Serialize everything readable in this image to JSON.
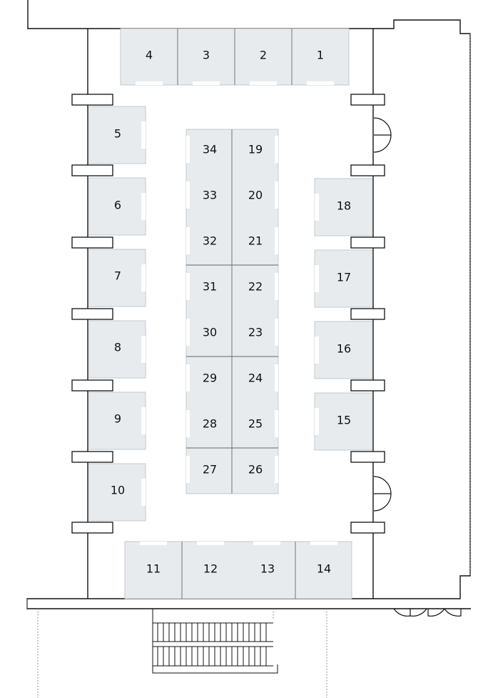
{
  "booths": {
    "b1": "1",
    "b2": "2",
    "b3": "3",
    "b4": "4",
    "b5": "5",
    "b6": "6",
    "b7": "7",
    "b8": "8",
    "b9": "9",
    "b10": "10",
    "b11": "11",
    "b12": "12",
    "b13": "13",
    "b14": "14",
    "b15": "15",
    "b16": "16",
    "b17": "17",
    "b18": "18",
    "b19": "19",
    "b20": "20",
    "b21": "21",
    "b22": "22",
    "b23": "23",
    "b24": "24",
    "b25": "25",
    "b26": "26",
    "b27": "27",
    "b28": "28",
    "b29": "29",
    "b30": "30",
    "b31": "31",
    "b32": "32",
    "b33": "33",
    "b34": "34"
  },
  "colors": {
    "booth_fill": "#e8ebee",
    "wall": "#111111"
  }
}
